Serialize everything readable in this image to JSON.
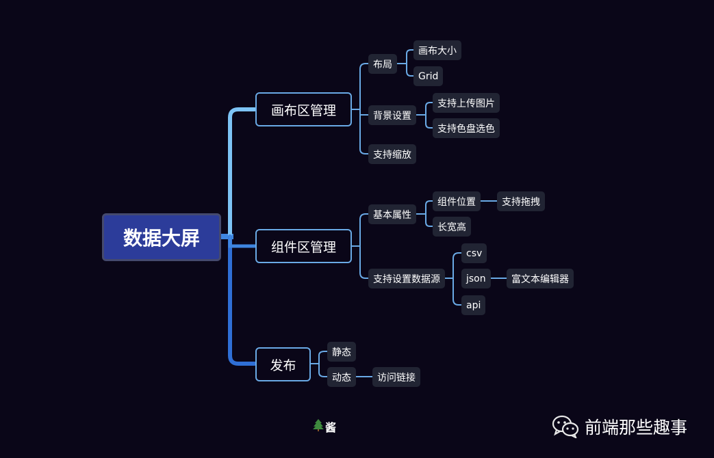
{
  "root": "数据大屏",
  "branches": {
    "canvas": {
      "label": "画布区管理",
      "layout": {
        "label": "布局",
        "children": [
          "画布大小",
          "Grid"
        ]
      },
      "background": {
        "label": "背景设置",
        "children": [
          "支持上传图片",
          "支持色盘选色"
        ]
      },
      "zoom": {
        "label": "支持缩放"
      }
    },
    "components": {
      "label": "组件区管理",
      "basic": {
        "label": "基本属性",
        "position": "组件位置",
        "position_child": "支持拖拽",
        "size": "长宽高"
      },
      "datasource": {
        "label": "支持设置数据源",
        "csv": "csv",
        "json": "json",
        "json_child": "富文本编辑器",
        "api": "api"
      }
    },
    "publish": {
      "label": "发布",
      "static": "静态",
      "dynamic": "动态",
      "dynamic_child": "访问链接"
    }
  },
  "footer": {
    "mark_text": "酱",
    "brand": "前端那些趣事"
  },
  "colors": {
    "background": "#0a0618",
    "root_fill": "#2c3c9a",
    "branch_border": "#6aaae6",
    "leaf_fill": "#212433",
    "main_trunk_top": "#7dc3f5",
    "main_trunk_bottom": "#2f6fd6"
  },
  "icons": [
    "pine-tree-icon",
    "wechat-icon"
  ]
}
